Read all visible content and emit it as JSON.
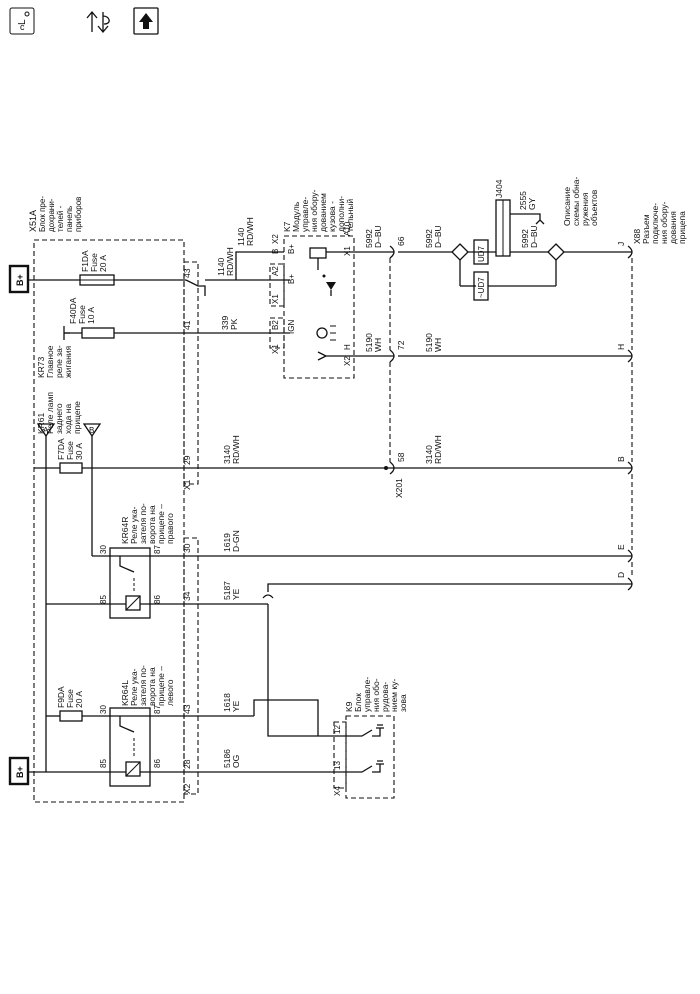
{
  "toolbar": {
    "icons": [
      "location-icon",
      "service-updown-icon",
      "arrow-up-icon"
    ]
  },
  "labels": {
    "x51a_name": "X51A",
    "x51a_l1": "Блок пре-",
    "x51a_l2": "дохрани-",
    "x51a_l3": "телей -",
    "x51a_l4": "панель",
    "x51a_l5": "приборов",
    "bplus": "B+",
    "f1da_name": "F1DA",
    "f1da_fuse": "Fuse",
    "f1da_amp": "20 A",
    "f40da_name": "F40DA",
    "f40da_fuse": "Fuse",
    "f40da_amp": "10 A",
    "kr73_name": "KR73",
    "kr73_l1": "Главное",
    "kr73_l2": "реле за-",
    "kr73_l3": "жигания",
    "kr61_name": "KR61",
    "kr61_l1": "Реле ламп",
    "kr61_l2": "заднего",
    "kr61_l3": "хода на",
    "kr61_l4": "прицепе",
    "tri_a": "A",
    "tri_b": "B",
    "f7da_name": "F7DA",
    "f7da_fuse": "Fuse",
    "f7da_amp": "30 A",
    "kr64r_name": "KR64R",
    "kr64r_l1": "Реле ука-",
    "kr64r_l2": "зателя по-",
    "kr64r_l3": "ворота на",
    "kr64r_l4": "прицепе –",
    "kr64r_l5": "правого",
    "f9da_name": "F9DA",
    "f9da_fuse": "Fuse",
    "f9da_amp": "20 A",
    "kr64l_name": "KR64L",
    "kr64l_l1": "Реле ука-",
    "kr64l_l2": "зателя по-",
    "kr64l_l3": "ворота на",
    "kr64l_l4": "прицепе –",
    "kr64l_l5": "левого",
    "pin30": "30",
    "pin85": "85",
    "pin86": "86",
    "pin87": "87",
    "c43": "43",
    "c41": "41",
    "c29": "29",
    "c30": "30",
    "c34": "34",
    "c43b": "43",
    "c28": "28",
    "x1": "X1",
    "x2": "X2",
    "w1140": "1140",
    "w1140c": "RD/WH",
    "w339": "339",
    "w339c": "PK",
    "w3140": "3140",
    "w3140c": "RD/WH",
    "w1619": "1619",
    "w1619c": "D-GN",
    "w5187": "5187",
    "w5187c": "YE",
    "w1618": "1618",
    "w1618c": "YE",
    "w5186": "5186",
    "w5186c": "OG",
    "k7_name": "K7",
    "k7_l1": "Модуль",
    "k7_l2": "управле-",
    "k7_l3": "ния обору-",
    "k7_l4": "дованием",
    "k7_l5": "кузова -",
    "k7_l6": "дополни-",
    "k7_l7": "тельный",
    "k7_w1140": "1140",
    "k7_w1140c": "RD/WH",
    "k7_x2": "X2",
    "k7_b": "B",
    "k7_bplus": "B+",
    "k7_a2": "A2",
    "k7_bplus2": "B+",
    "k7_x1": "X1",
    "k7_b2": "B2",
    "k7_ign": "IGN",
    "k7_x1b": "X1",
    "k7_a10": "A10",
    "k7_h": "H",
    "k7_x2b": "X2",
    "w5992": "5992",
    "w5992c": "D–BU",
    "w5190": "5190",
    "w5190c": "WH",
    "w5190b": "5190",
    "w5190bc": "WH",
    "w5992b": "5992",
    "w5992bc": "D–BU",
    "w5992d": "5992",
    "w5992dc": "D–BU",
    "w3140b": "3140",
    "w3140bc": "RD/WH",
    "p66": "66",
    "p72": "72",
    "p58": "58",
    "x201": "X201",
    "ud7a": "UD7",
    "ud7b": "~UD7",
    "j404": "J404",
    "w2555": "2555",
    "w2555c": "GY",
    "obj_l1": "Описание",
    "obj_l2": "схемы обна-",
    "obj_l3": "ружения",
    "obj_l4": "объектов",
    "x88_name": "X88",
    "x88_l1": "Разъем",
    "x88_l2": "подключе-",
    "x88_l3": "ния обору-",
    "x88_l4": "дования",
    "x88_l5": "прицепа",
    "pj": "J",
    "ph": "H",
    "pb": "B",
    "pe": "E",
    "pd": "D",
    "k9_name": "K9",
    "k9_l1": "Блок",
    "k9_l2": "управле-",
    "k9_l3": "ния обо-",
    "k9_l4": "рудова-",
    "k9_l5": "нием ку-",
    "k9_l6": "зова",
    "k9_12": "12",
    "k9_13": "13",
    "k9_x4": "X4"
  }
}
